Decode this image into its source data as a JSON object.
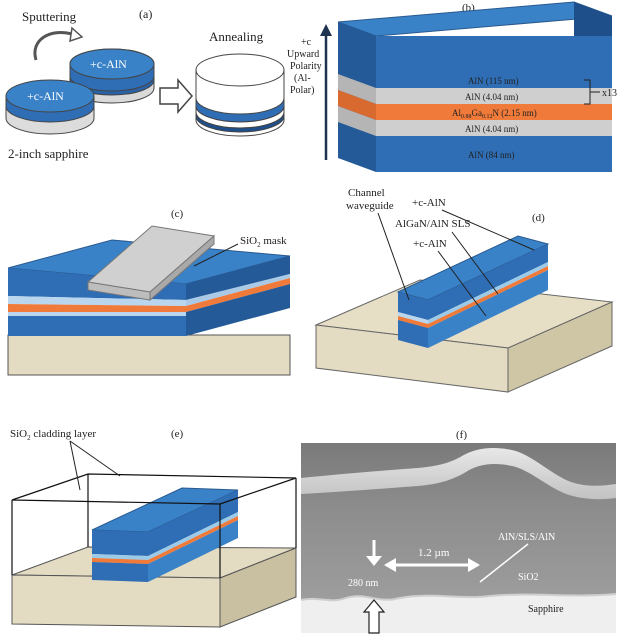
{
  "colors": {
    "aln_blue": "#2f6db4",
    "aln_dark": "#1f4f8a",
    "aln_top": "#3a82c8",
    "light_blue": "#6aaedc",
    "orange": "#f07a3a",
    "gray_layer": "#c8c8c8",
    "sapphire": "#e3dcc3",
    "sapphire_side": "#c9c0a2",
    "sio2": "#d8d8d8"
  },
  "panel_a": {
    "panel_label": "(a)",
    "sputtering": "Sputtering",
    "annealing": "Annealing",
    "wafer_front": "+c-AlN",
    "wafer_back": "+c-AlN",
    "substrate": "2-inch sapphire"
  },
  "panel_b": {
    "panel_label": "(b)",
    "polarity": [
      "+c",
      "Upward",
      "Polarity",
      "(Al-",
      "Polar)"
    ],
    "repeat": "x13",
    "layers": {
      "aln_115": "AlN (115 nm)",
      "aln_404a": "AlN (4.04 nm)",
      "algan_pre": "Al",
      "algan_s1": "0.88",
      "algan_mid": "Ga",
      "algan_s2": "0.12",
      "algan_post": "N (2.15 nm)",
      "aln_404b": "AlN (4.04 nm)",
      "aln_84": "AlN (84 nm)"
    }
  },
  "panel_c": {
    "panel_label": "(c)",
    "mask_pre": "SiO",
    "mask_sub": "2",
    "mask_post": " mask"
  },
  "panel_d": {
    "panel_label": "(d)",
    "channel": [
      "Channel",
      "waveguide"
    ],
    "top_aln": "+c-AlN",
    "sls": "AlGaN/AlN SLS",
    "bottom_aln": "+c-AlN"
  },
  "panel_e": {
    "panel_label": "(e)",
    "clad_pre": "SiO",
    "clad_sub": "2",
    "clad_post": " cladding layer"
  },
  "panel_f": {
    "panel_label": "(f)",
    "width": "1.2 µm",
    "stack": "AlN/SLS/AlN",
    "height": "280 nm",
    "sio2": "SiO2",
    "sapphire": "Sapphire"
  }
}
